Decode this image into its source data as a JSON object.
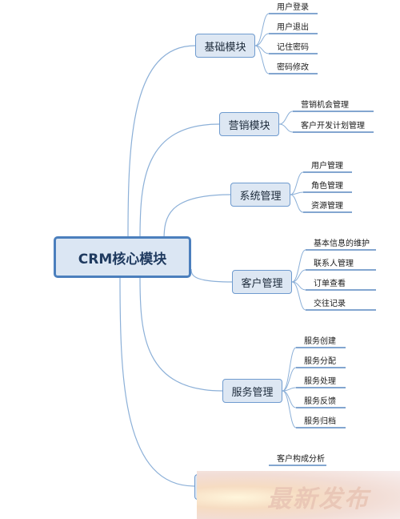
{
  "root": {
    "label": "CRM核心模块"
  },
  "branches": [
    {
      "label": "基础模块",
      "children": [
        "用户登录",
        "用户退出",
        "记住密码",
        "密码修改"
      ]
    },
    {
      "label": "营销模块",
      "children": [
        "营销机会管理",
        "客户开发计划管理"
      ]
    },
    {
      "label": "系统管理",
      "children": [
        "用户管理",
        "角色管理",
        "资源管理"
      ]
    },
    {
      "label": "客户管理",
      "children": [
        "基本信息的维护",
        "联系人管理",
        "订单查看",
        "交往记录"
      ]
    },
    {
      "label": "服务管理",
      "children": [
        "服务创建",
        "服务分配",
        "服务处理",
        "服务反馈",
        "服务归档"
      ]
    },
    {
      "label": "",
      "children": [
        "客户构成分析"
      ]
    }
  ],
  "watermark": {
    "text": "最新发布"
  },
  "colors": {
    "connector": "#8cb0d8",
    "underline": "#5a88c0",
    "root_border": "#4b7fbd",
    "node_fill": "#dde7f3"
  }
}
